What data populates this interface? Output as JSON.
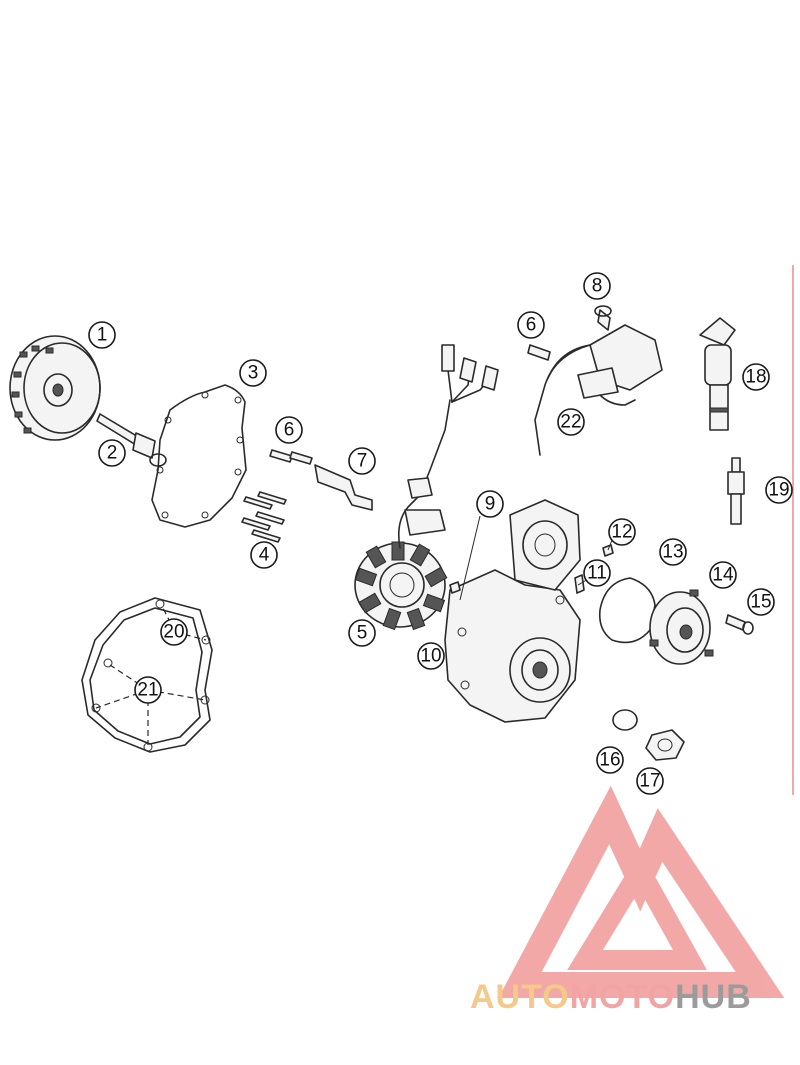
{
  "callouts": [
    {
      "id": "1",
      "label": "1"
    },
    {
      "id": "2",
      "label": "2"
    },
    {
      "id": "3",
      "label": "3"
    },
    {
      "id": "4",
      "label": "4"
    },
    {
      "id": "5",
      "label": "5"
    },
    {
      "id": "6a",
      "label": "6"
    },
    {
      "id": "6b",
      "label": "6"
    },
    {
      "id": "7",
      "label": "7"
    },
    {
      "id": "8",
      "label": "8"
    },
    {
      "id": "9",
      "label": "9"
    },
    {
      "id": "10",
      "label": "10"
    },
    {
      "id": "11",
      "label": "11"
    },
    {
      "id": "12",
      "label": "12"
    },
    {
      "id": "13",
      "label": "13"
    },
    {
      "id": "14",
      "label": "14"
    },
    {
      "id": "15",
      "label": "15"
    },
    {
      "id": "16",
      "label": "16"
    },
    {
      "id": "17",
      "label": "17"
    },
    {
      "id": "18",
      "label": "18"
    },
    {
      "id": "19",
      "label": "19"
    },
    {
      "id": "20",
      "label": "20"
    },
    {
      "id": "21",
      "label": "21"
    },
    {
      "id": "22",
      "label": "22"
    }
  ],
  "watermark": {
    "word_1": "AUTO",
    "word_2": "MOTO",
    "word_3": "HUB",
    "color_1": "#f5c98a",
    "color_2": "#f2a3a3",
    "color_3": "#9b9b9b",
    "mark_color": "#f29a9a"
  }
}
